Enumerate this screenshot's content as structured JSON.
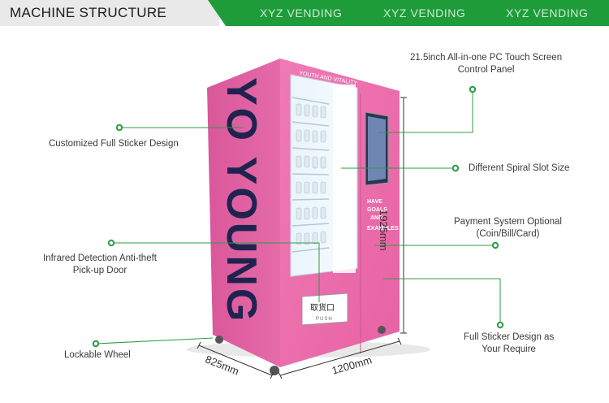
{
  "header": {
    "title": "MACHINE STRUCTURE",
    "brands": [
      "XYZ VENDING",
      "XYZ VENDING",
      "XYZ VENDING"
    ]
  },
  "machine": {
    "side_text": "YO YOUNG",
    "top_text": "YOUTH AND VITALITY",
    "panel_text": [
      "HAVE",
      "GOALS",
      "AND",
      "EXAMPLES"
    ],
    "door_label": "取货口",
    "door_push": "PUSH",
    "body_color": "#e86aa8"
  },
  "labels": {
    "touch_screen_line1": "21.5inch All-in-one PC Touch Screen",
    "touch_screen_line2": "Control Panel",
    "full_sticker": "Customized Full Sticker Design",
    "spiral_slot": "Different Spiral Slot Size",
    "payment_line1": "Payment System Optional",
    "payment_line2": "(Coin/Bill/Card)",
    "infrared_line1": "Infrared Detection Anti-theft",
    "infrared_line2": "Pick-up Door",
    "lockable_wheel": "Lockable Wheel",
    "sticker_require_line1": "Full Sticker Design as",
    "sticker_require_line2": "Your Require"
  },
  "dimensions": {
    "height": "1925mm",
    "width": "1200mm",
    "depth": "825mm"
  },
  "colors": {
    "accent_green": "#1e9c3a",
    "callout_green": "#2e9b45",
    "machine_pink": "#e86aa8"
  }
}
